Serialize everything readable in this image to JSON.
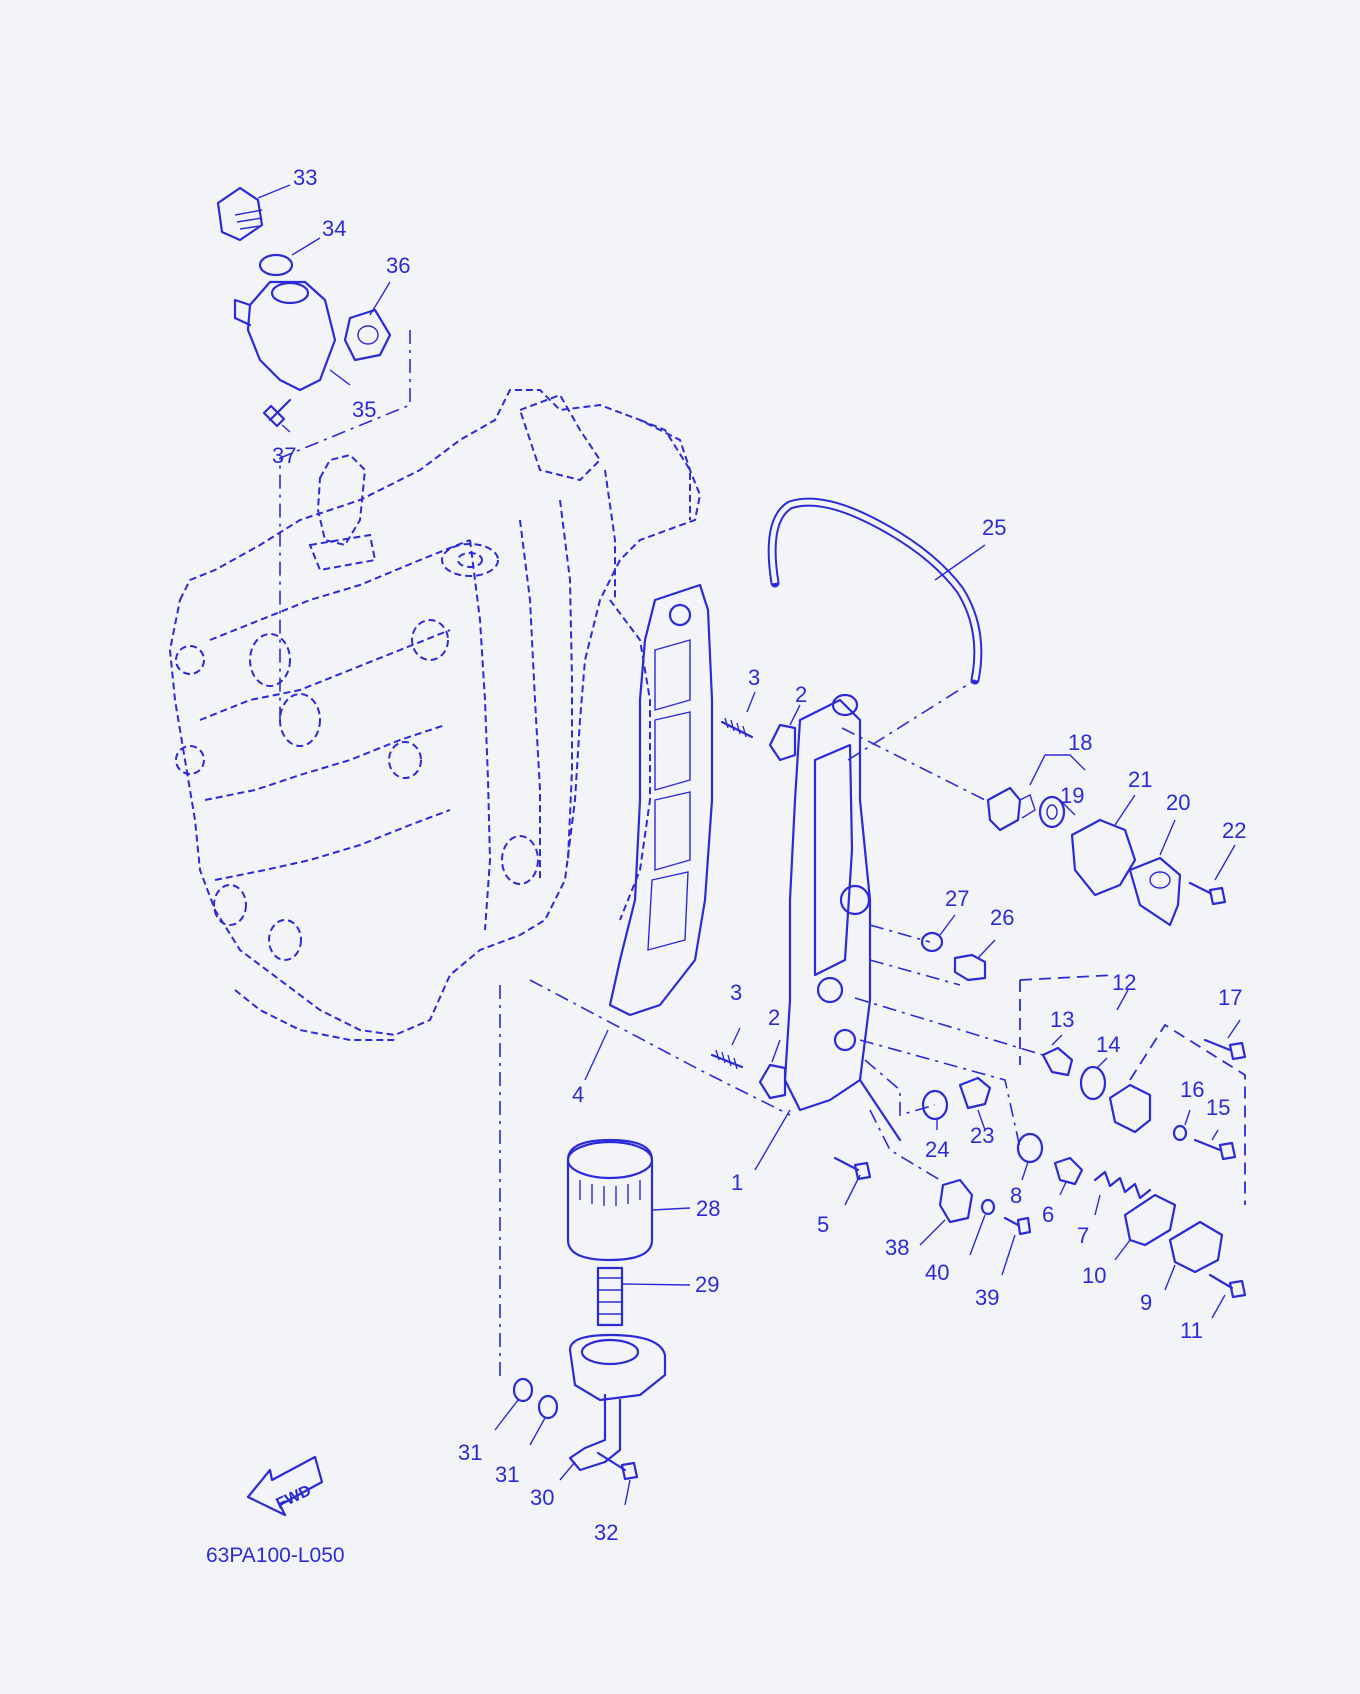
{
  "diagram": {
    "code": "63PA100-L050",
    "fwd_label": "FWD",
    "color": "#2b2bd8",
    "background": "#f3f4f8",
    "callouts": [
      {
        "id": "c33",
        "text": "33"
      },
      {
        "id": "c34",
        "text": "34"
      },
      {
        "id": "c36",
        "text": "36"
      },
      {
        "id": "c35",
        "text": "35"
      },
      {
        "id": "c37",
        "text": "37"
      },
      {
        "id": "c25",
        "text": "25"
      },
      {
        "id": "c3a",
        "text": "3"
      },
      {
        "id": "c2a",
        "text": "2"
      },
      {
        "id": "c18",
        "text": "18"
      },
      {
        "id": "c19",
        "text": "19"
      },
      {
        "id": "c21",
        "text": "21"
      },
      {
        "id": "c20",
        "text": "20"
      },
      {
        "id": "c22",
        "text": "22"
      },
      {
        "id": "c27",
        "text": "27"
      },
      {
        "id": "c26",
        "text": "26"
      },
      {
        "id": "c12",
        "text": "12"
      },
      {
        "id": "c17",
        "text": "17"
      },
      {
        "id": "c13",
        "text": "13"
      },
      {
        "id": "c14",
        "text": "14"
      },
      {
        "id": "c16",
        "text": "16"
      },
      {
        "id": "c15",
        "text": "15"
      },
      {
        "id": "c3b",
        "text": "3"
      },
      {
        "id": "c2b",
        "text": "2"
      },
      {
        "id": "c4",
        "text": "4"
      },
      {
        "id": "c24",
        "text": "24"
      },
      {
        "id": "c23",
        "text": "23"
      },
      {
        "id": "c1",
        "text": "1"
      },
      {
        "id": "c8",
        "text": "8"
      },
      {
        "id": "c6",
        "text": "6"
      },
      {
        "id": "c7",
        "text": "7"
      },
      {
        "id": "c5",
        "text": "5"
      },
      {
        "id": "c28",
        "text": "28"
      },
      {
        "id": "c38",
        "text": "38"
      },
      {
        "id": "c40",
        "text": "40"
      },
      {
        "id": "c39",
        "text": "39"
      },
      {
        "id": "c10",
        "text": "10"
      },
      {
        "id": "c9",
        "text": "9"
      },
      {
        "id": "c11",
        "text": "11"
      },
      {
        "id": "c29",
        "text": "29"
      },
      {
        "id": "c31a",
        "text": "31"
      },
      {
        "id": "c31b",
        "text": "31"
      },
      {
        "id": "c30",
        "text": "30"
      },
      {
        "id": "c32",
        "text": "32"
      }
    ]
  }
}
